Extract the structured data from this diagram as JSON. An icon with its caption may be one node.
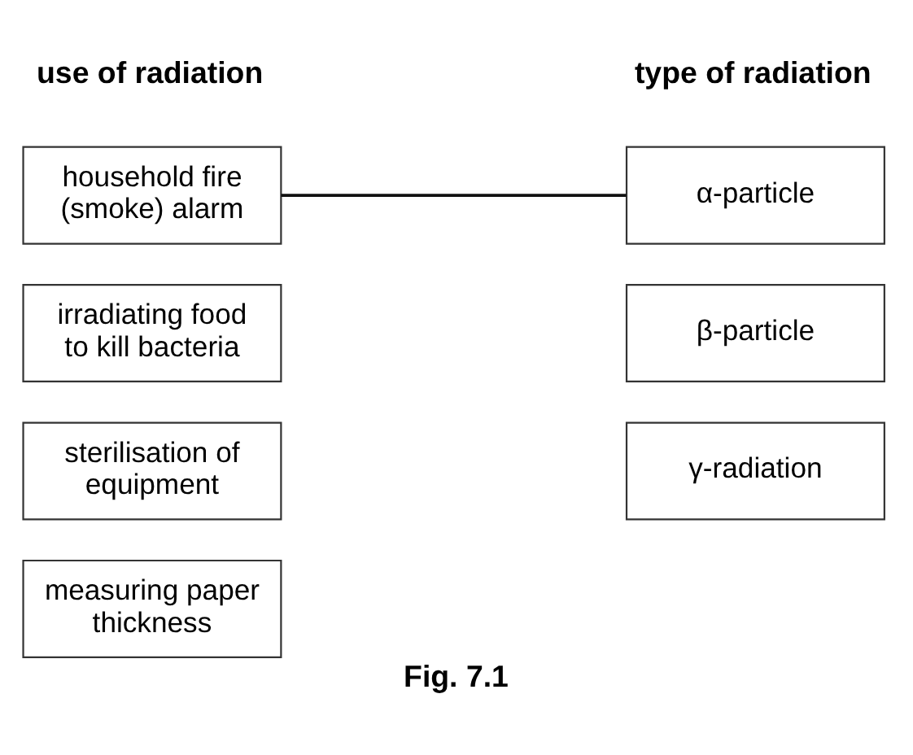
{
  "diagram": {
    "caption": "Fig. 7.1",
    "nodes": [
      {
        "text": [
          "household fire (smoke) alarm"
        ]
      },
      {
        "text": [
          "irradiating food to kill bacteria"
        ]
      },
      {
        "text": [
          "sterilisation of equipment"
        ]
      },
      {
        "text": [
          "measuring paper thickness"
        ]
      },
      {
        "text": [
          "α-particle"
        ]
      },
      {
        "text": [
          "β-particle"
        ]
      },
      {
        "text": [
          "γ-radiation"
        ]
      }
    ],
    "edges": [
      {
        "from": 0,
        "to": 4,
        "arrow": "none"
      }
    ],
    "labels": [
      "use of radiation",
      "type of radiation"
    ]
  }
}
